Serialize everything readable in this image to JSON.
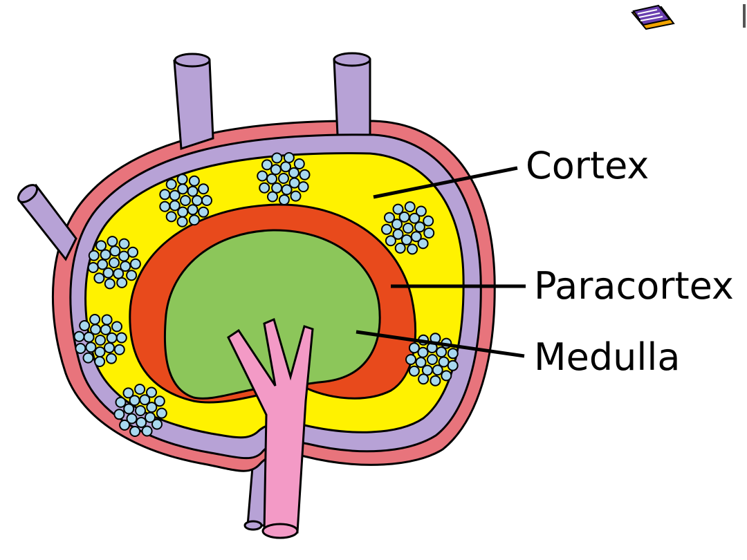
{
  "labels": {
    "cortex": "Cortex",
    "paracortex": "Paracortex",
    "medulla": "Medulla"
  },
  "colors": {
    "capsule": "#e8747c",
    "sinus": "#b7a2d6",
    "cortex": "#fff200",
    "paracortex": "#e84a1c",
    "medulla": "#8cc65a",
    "follicle": "#a8d8ef",
    "artery": "#f39ac6",
    "outline": "#000000"
  },
  "icons": {
    "corner": "book-icon"
  }
}
